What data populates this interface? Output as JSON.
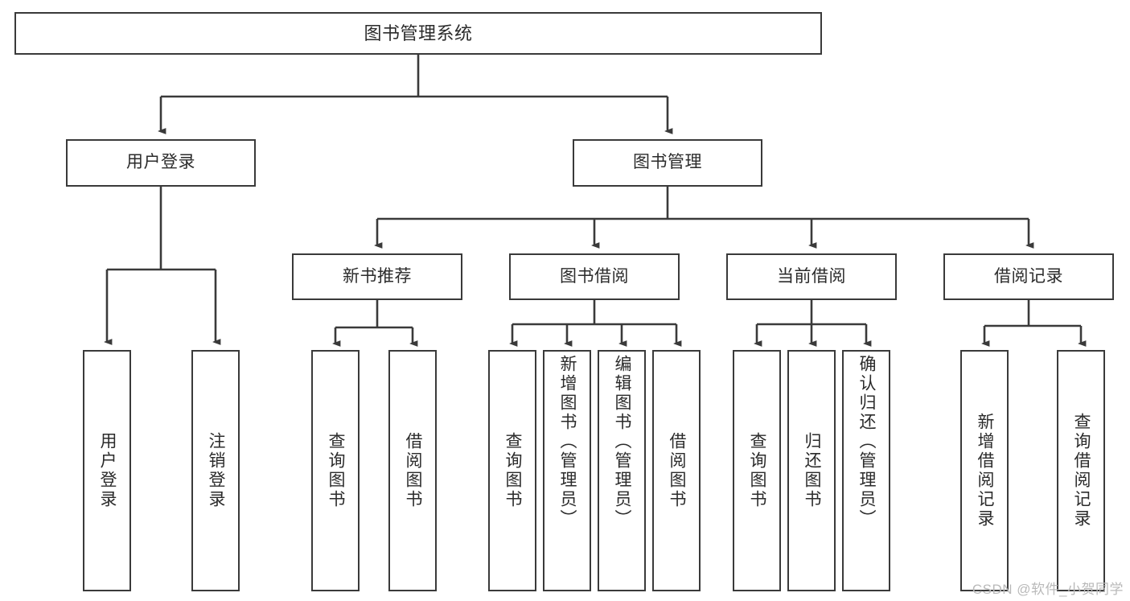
{
  "diagram": {
    "title": "图书管理系统",
    "type": "hierarchy-tree",
    "root": {
      "label": "图书管理系统"
    },
    "level1": [
      {
        "label": "用户登录"
      },
      {
        "label": "图书管理"
      }
    ],
    "level2": [
      {
        "label": "新书推荐"
      },
      {
        "label": "图书借阅"
      },
      {
        "label": "当前借阅"
      },
      {
        "label": "借阅记录"
      }
    ],
    "leaves": {
      "user_login": [
        {
          "label": "用户登录"
        },
        {
          "label": "注销登录"
        }
      ],
      "new_book_recommend": [
        {
          "label": "查询图书"
        },
        {
          "label": "借阅图书"
        }
      ],
      "book_borrow": [
        {
          "label": "查询图书"
        },
        {
          "label": "新增图书（管理员）"
        },
        {
          "label": "编辑图书（管理员）"
        },
        {
          "label": "借阅图书"
        }
      ],
      "current_borrow": [
        {
          "label": "查询图书"
        },
        {
          "label": "归还图书"
        },
        {
          "label": "确认归还（管理员）"
        }
      ],
      "borrow_record": [
        {
          "label": "新增借阅记录"
        },
        {
          "label": "查询借阅记录"
        }
      ]
    }
  },
  "watermark": {
    "text": "CSDN @软件_小贺同学"
  },
  "colors": {
    "stroke": "#3a3a3a",
    "text": "#2b2b2b",
    "background": "#ffffff",
    "watermark": "#b9b9b9"
  }
}
